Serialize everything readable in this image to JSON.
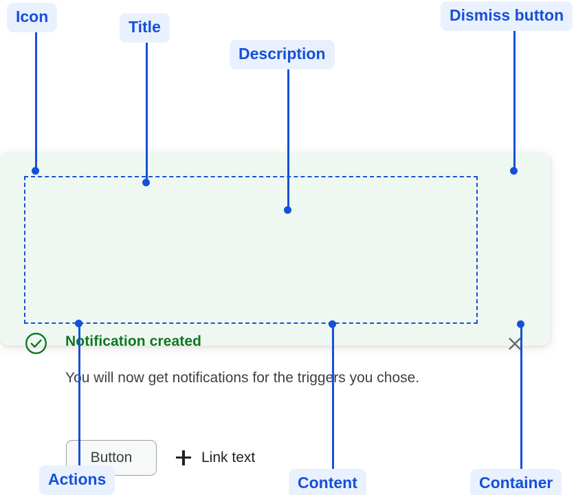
{
  "annotations": {
    "icon": {
      "label": "Icon"
    },
    "title": {
      "label": "Title"
    },
    "description": {
      "label": "Description"
    },
    "dismiss": {
      "label": "Dismiss button"
    },
    "actions": {
      "label": "Actions"
    },
    "content": {
      "label": "Content"
    },
    "container": {
      "label": "Container"
    }
  },
  "notification": {
    "status": "success",
    "icon_name": "check-circle-icon",
    "title": "Notification created",
    "description": "You will now get notifications for the triggers you chose.",
    "actions": {
      "button_label": "Button",
      "link_icon_name": "plus-icon",
      "link_label": "Link text"
    },
    "dismiss_icon_name": "close-icon"
  },
  "colors": {
    "annotation_blue": "#1550d8",
    "annotation_badge_bg": "#eaf1fe",
    "card_bg": "#eef8f1",
    "success_green": "#12751f",
    "body_text": "#3c4043",
    "dismiss_gray": "#5f6368",
    "button_border": "#9aa0a6",
    "button_bg": "#f7f8f8"
  }
}
